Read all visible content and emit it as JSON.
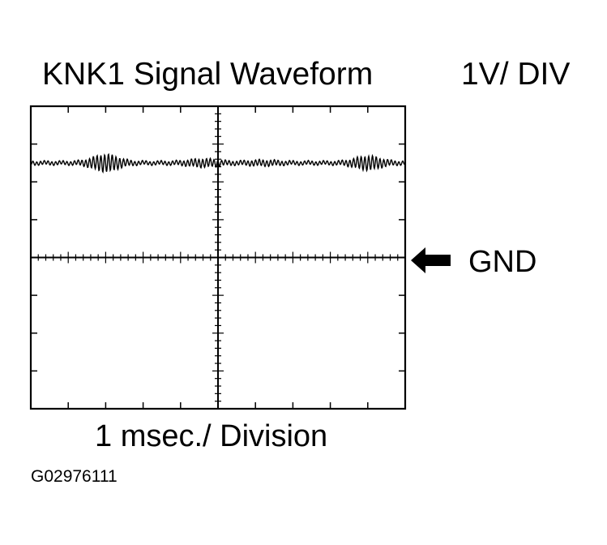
{
  "diagram": {
    "title": "KNK1 Signal Waveform",
    "vertical_scale": "1V/ DIV",
    "ground_label": "GND",
    "time_scale": "1 msec./ Division",
    "figure_id": "G02976111"
  },
  "scope": {
    "h_divisions": 10,
    "v_divisions": 8,
    "minor_per_div": 5,
    "gnd_level_div": 4,
    "signal_level_div": 6.5
  },
  "colors": {
    "ink": "#000000",
    "background": "#ffffff"
  }
}
